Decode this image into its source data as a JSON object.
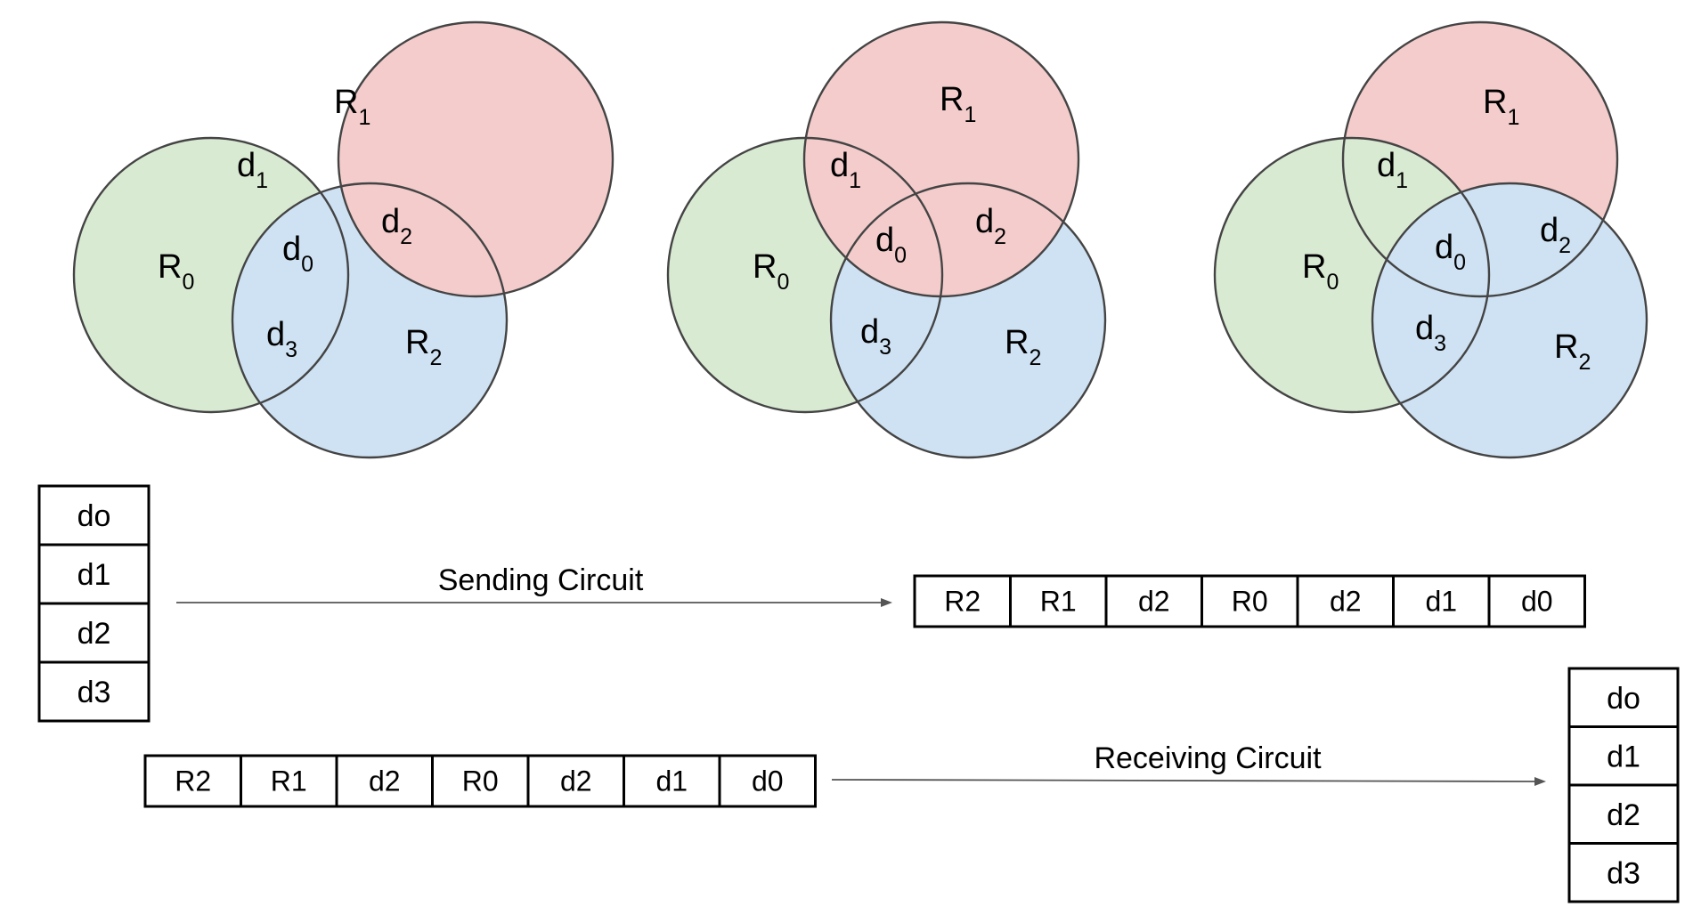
{
  "venn_diagrams": [
    {
      "regions": [
        {
          "name": "R",
          "sub": "1"
        },
        {
          "name": "R",
          "sub": "0"
        },
        {
          "name": "R",
          "sub": "2"
        },
        {
          "name": "d",
          "sub": "1"
        },
        {
          "name": "d",
          "sub": "0"
        },
        {
          "name": "d",
          "sub": "2"
        },
        {
          "name": "d",
          "sub": "3"
        }
      ],
      "top_layer": "red"
    },
    {
      "regions": [
        {
          "name": "R",
          "sub": "1"
        },
        {
          "name": "R",
          "sub": "0"
        },
        {
          "name": "R",
          "sub": "2"
        },
        {
          "name": "d",
          "sub": "1"
        },
        {
          "name": "d",
          "sub": "0"
        },
        {
          "name": "d",
          "sub": "2"
        },
        {
          "name": "d",
          "sub": "3"
        }
      ],
      "top_layer": "red"
    },
    {
      "regions": [
        {
          "name": "R",
          "sub": "1"
        },
        {
          "name": "R",
          "sub": "0"
        },
        {
          "name": "R",
          "sub": "2"
        },
        {
          "name": "d",
          "sub": "1"
        },
        {
          "name": "d",
          "sub": "0"
        },
        {
          "name": "d",
          "sub": "2"
        },
        {
          "name": "d",
          "sub": "3"
        }
      ],
      "top_layer": "blue"
    }
  ],
  "colors": {
    "red_fill": "#f4cccc",
    "green_fill": "#d9ead3",
    "blue_fill": "#cfe2f3",
    "outline": "#444444"
  },
  "input_stack": [
    "do",
    "d1",
    "d2",
    "d3"
  ],
  "sending_label": "Sending Circuit",
  "encoded_row_top": [
    "R2",
    "R1",
    "d2",
    "R0",
    "d2",
    "d1",
    "d0"
  ],
  "encoded_row_bottom": [
    "R2",
    "R1",
    "d2",
    "R0",
    "d2",
    "d1",
    "d0"
  ],
  "receiving_label": "Receiving Circuit",
  "output_stack": [
    "do",
    "d1",
    "d2",
    "d3"
  ]
}
